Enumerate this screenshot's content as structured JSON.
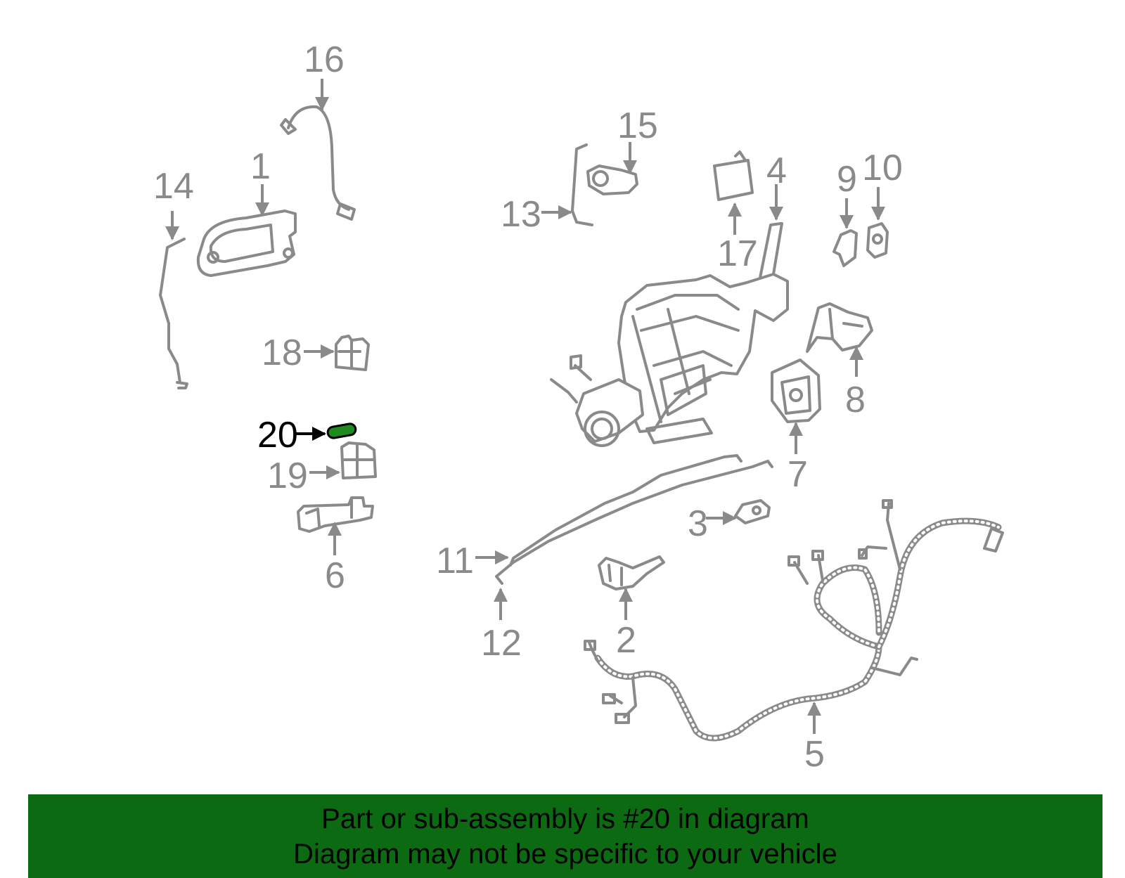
{
  "diagram": {
    "highlight_color": "#1f8a1f",
    "part_color": "#8a8a8a",
    "callouts": {
      "n1": "1",
      "n2": "2",
      "n3": "3",
      "n4": "4",
      "n5": "5",
      "n6": "6",
      "n7": "7",
      "n8": "8",
      "n9": "9",
      "n10": "10",
      "n11": "11",
      "n12": "12",
      "n13": "13",
      "n14": "14",
      "n15": "15",
      "n16": "16",
      "n17": "17",
      "n18": "18",
      "n19": "19",
      "n20": "20"
    }
  },
  "banner": {
    "color": "#0c6b12",
    "line1": "Part or sub-assembly is #20 in diagram",
    "line2": "Diagram may not be specific to your vehicle"
  }
}
